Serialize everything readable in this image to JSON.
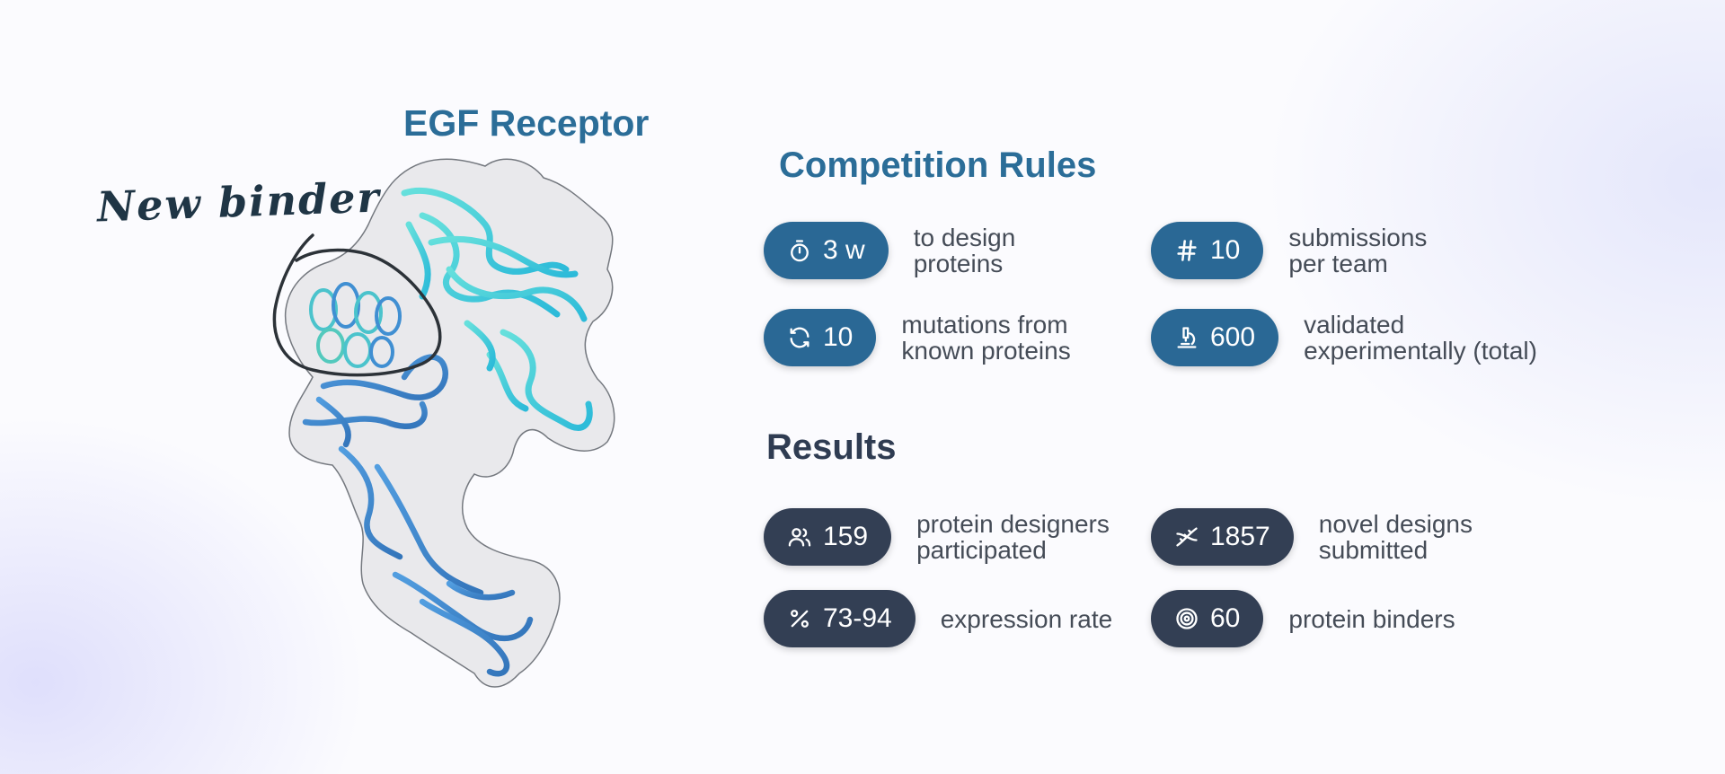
{
  "figure": {
    "title": "EGF Receptor",
    "binder_label": "New binder"
  },
  "rules": {
    "title": "Competition Rules",
    "items": [
      {
        "icon": "stopwatch-icon",
        "value": "3 w",
        "text": "to design\nproteins"
      },
      {
        "icon": "hash-icon",
        "value": "10",
        "text": "submissions\nper team"
      },
      {
        "icon": "refresh-icon",
        "value": "10",
        "text": "mutations from\nknown proteins"
      },
      {
        "icon": "microscope-icon",
        "value": "600",
        "text": "validated\nexperimentally (total)"
      }
    ]
  },
  "results": {
    "title": "Results",
    "items": [
      {
        "icon": "users-icon",
        "value": "159",
        "text": "protein designers\nparticipated"
      },
      {
        "icon": "dna-icon",
        "value": "1857",
        "text": "novel designs\nsubmitted"
      },
      {
        "icon": "percent-icon",
        "value": "73-94",
        "text": "expression rate"
      },
      {
        "icon": "target-icon",
        "value": "60",
        "text": "protein binders"
      }
    ]
  },
  "colors": {
    "accent_blue": "#2a6895",
    "dark_slate": "#333f54",
    "title_blue": "#2b6d98"
  }
}
